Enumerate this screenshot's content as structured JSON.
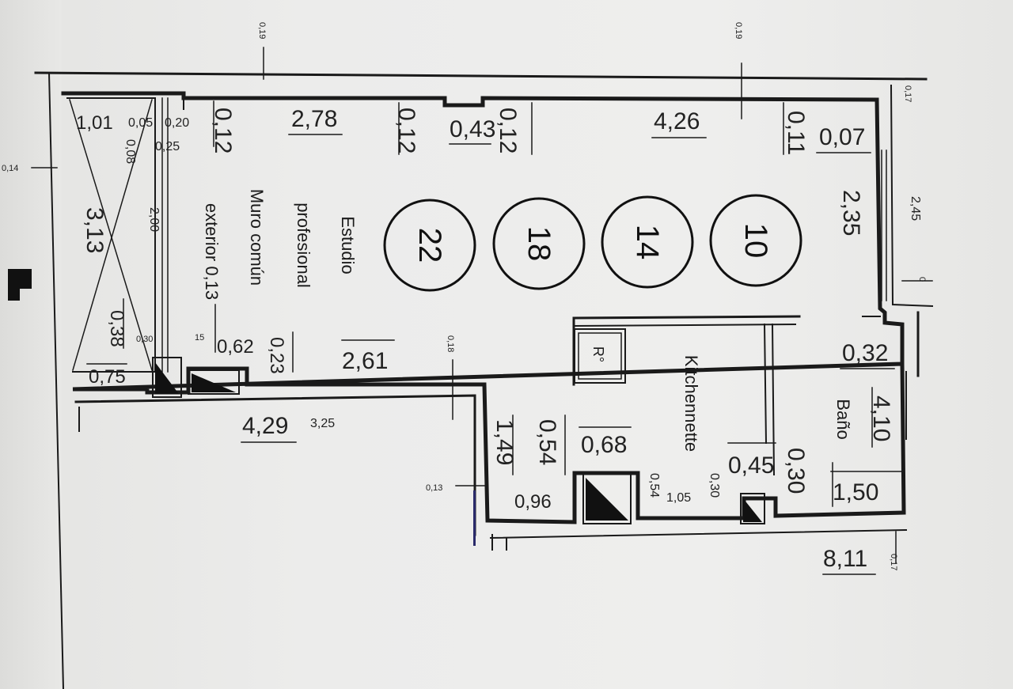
{
  "floorplan": {
    "rooms": {
      "studio_line1": "Estudio",
      "studio_line2": "profesional",
      "wall_line1": "Muro común",
      "wall_line2": "exterior 0,13",
      "kitchen": "Kitchennette",
      "bath": "Baño"
    },
    "markers": [
      "22",
      "18",
      "14",
      "10"
    ],
    "fridge_symbol": "R°",
    "dimensions": {
      "d_1_01": "1,01",
      "d_0_05": "0,05",
      "d_0_20": "0,20",
      "d_0_25": "0,25",
      "d_0_08": "0,08",
      "d_0_12a": "0,12",
      "d_2_78": "2,78",
      "d_0_12b": "0,12",
      "d_0_43": "0,43",
      "d_0_12c": "0,12",
      "d_4_26": "4,26",
      "d_0_11": "0,11",
      "d_0_07": "0,07",
      "d_3_13": "3,13",
      "d_2_00": "2,00",
      "d_2_35": "2,35",
      "d_2_45": "2,45",
      "d_0_38": "0,38",
      "d_0_75": "0,75",
      "d_0_30_small": "0,30",
      "d_15": "15",
      "d_0_62": "0,62",
      "d_0_23": "0,23",
      "d_2_61": "2,61",
      "d_0_32": "0,32",
      "d_4_10": "4,10",
      "d_4_29": "4,29",
      "d_3_25": "3,25",
      "d_1_49": "1,49",
      "d_0_54a": "0,54",
      "d_0_68": "0,68",
      "d_0_96": "0,96",
      "d_0_54b": "0,54",
      "d_1_05": "1,05",
      "d_0_30b": "0,30",
      "d_0_45": "0,45",
      "d_0_30c": "0,30",
      "d_1_50": "1,50",
      "d_8_11": "8,11",
      "d_0_17": "0,17",
      "d_0_19": "0,19",
      "d_0_19b": "0,19",
      "d_0_14": "0,14",
      "d_0_18": "0,18",
      "d_0_13": "0,13",
      "d_0_17b": "0,17",
      "d_0": "0"
    }
  }
}
